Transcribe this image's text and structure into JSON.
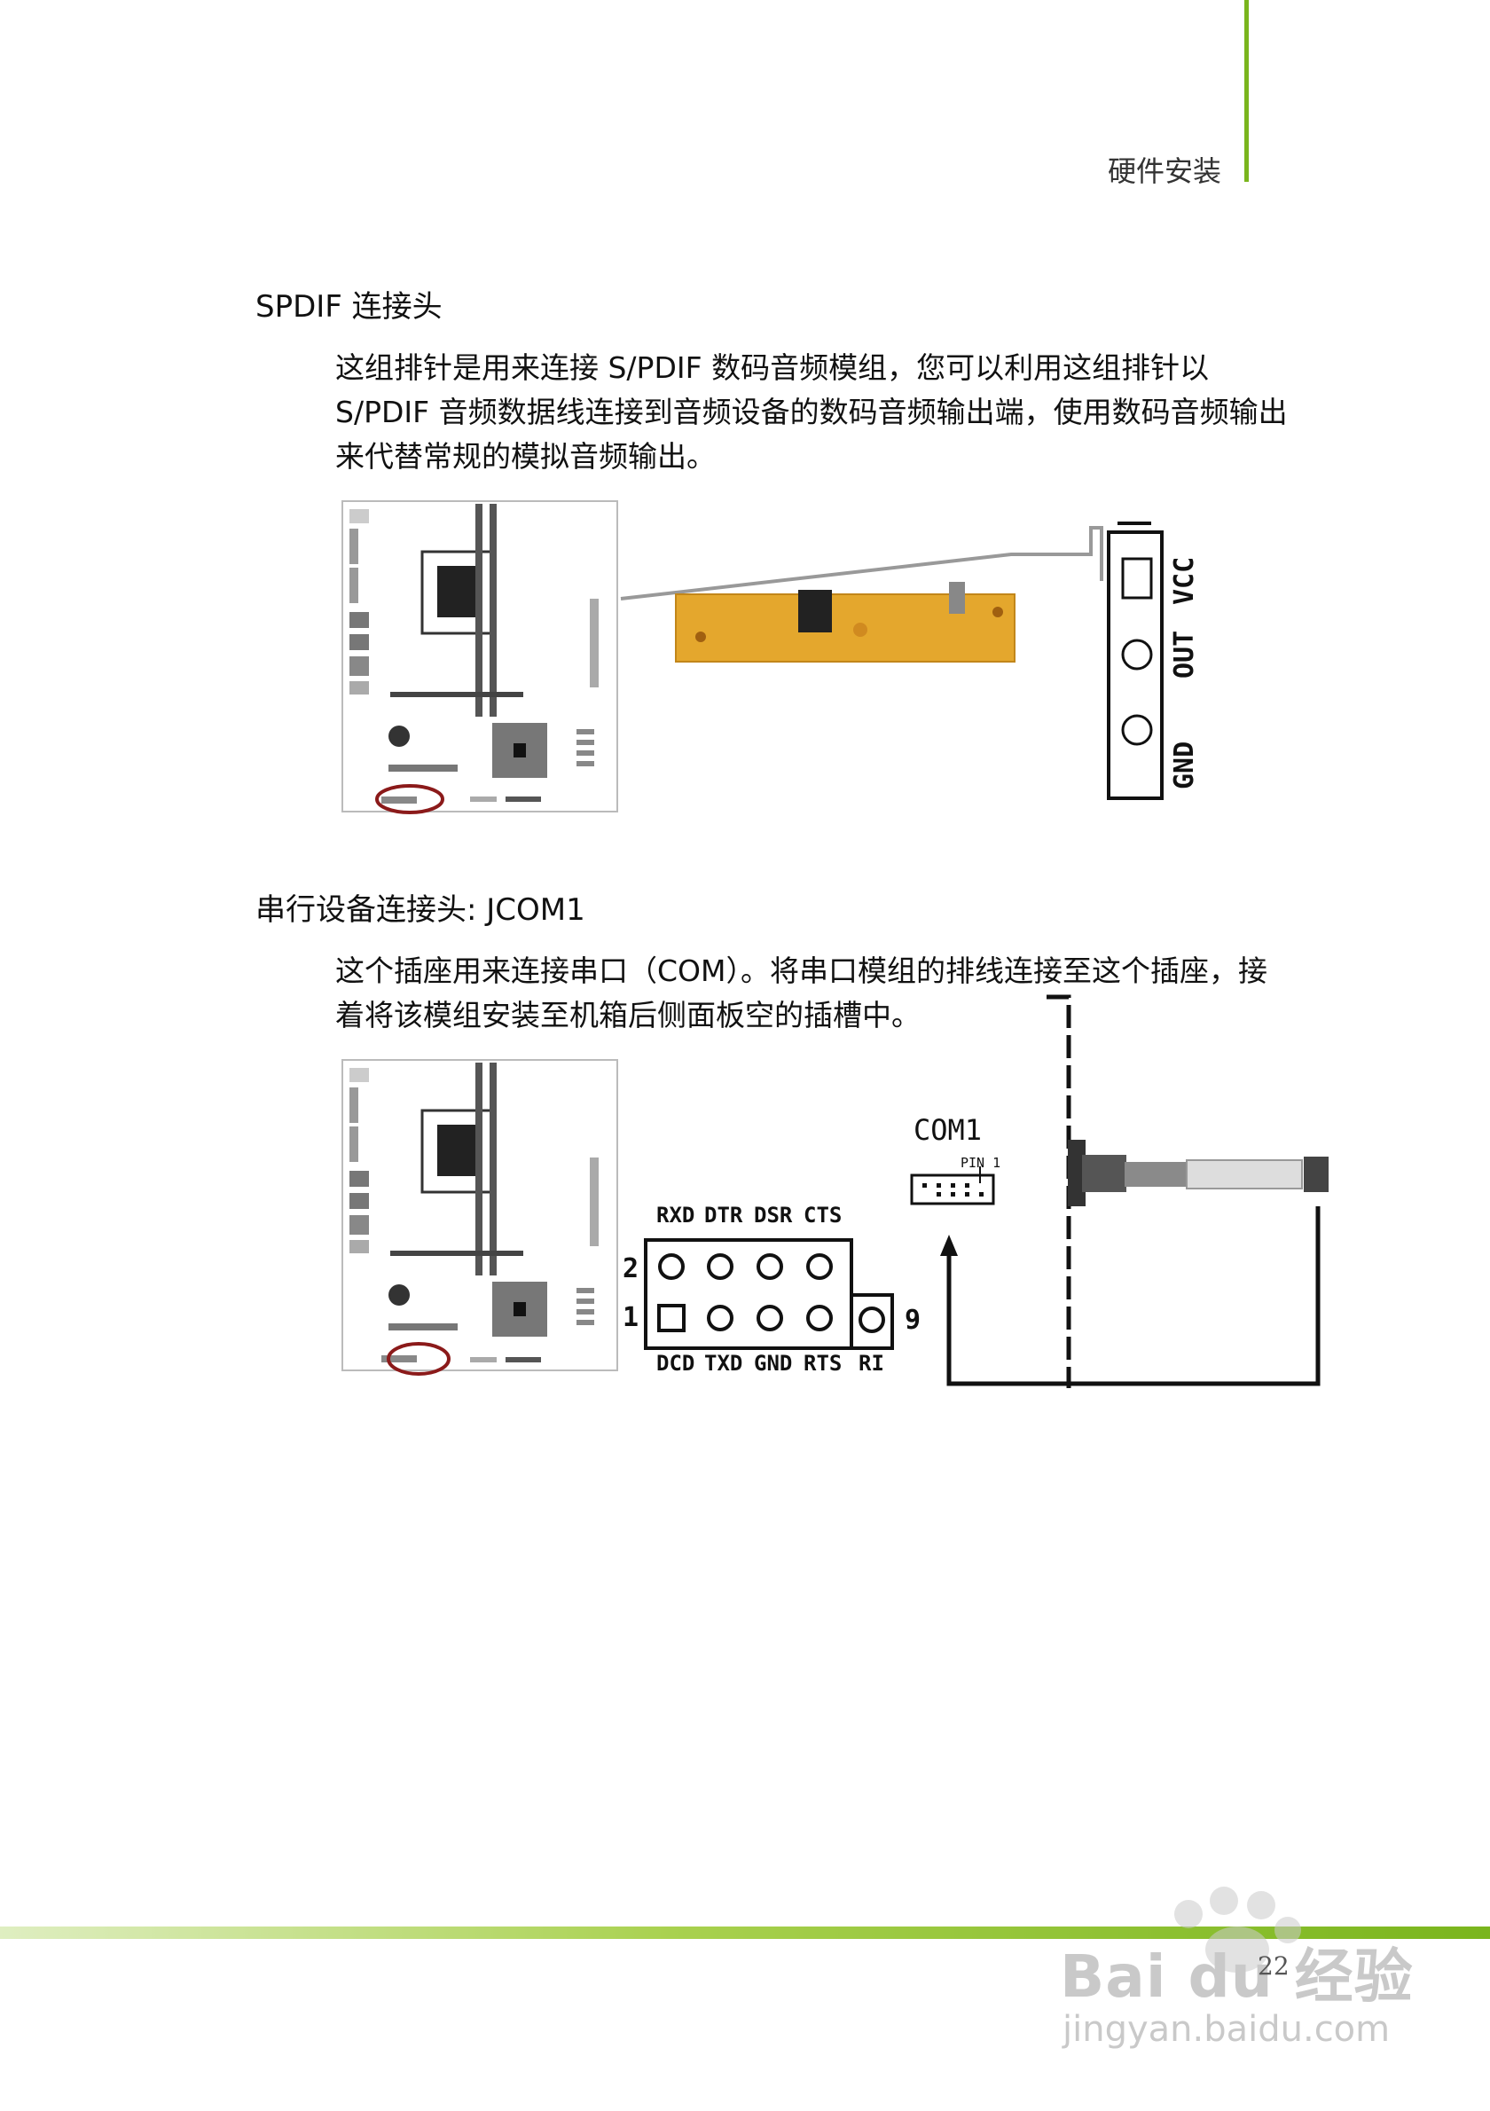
{
  "header": {
    "title": "硬件安装"
  },
  "spdif": {
    "heading": "SPDIF 连接头",
    "paragraph_lines": [
      "这组排针是用来连接 S/PDIF 数码音频模组，您可以利用这组排针以",
      "S/PDIF 音频数据线连接到音频设备的数码音频输出端，使用数码音频输出",
      "来代替常规的模拟音频输出。"
    ],
    "pin_labels": [
      "GND",
      "OUT",
      "VCC"
    ]
  },
  "jcom": {
    "heading": "串行设备连接头: JCOM1",
    "paragraph_lines": [
      "这个插座用来连接串口（COM）。将串口模组的排线连接至这个插座，接",
      "着将该模组安装至机箱后侧面板空的插槽中。"
    ],
    "top_labels": [
      "RXD",
      "DTR",
      "DSR",
      "CTS"
    ],
    "bottom_labels": [
      "DCD",
      "TXD",
      "GND",
      "RTS",
      "RI"
    ],
    "row_numbers": [
      "2",
      "1"
    ],
    "end_number": "9",
    "connector_title": "COM1",
    "pin_one_label": "PIN 1"
  },
  "footer": {
    "page_number": "22",
    "watermark": {
      "brand": "Bai du 经验",
      "url": "jingyan.baidu.com"
    }
  },
  "colors": {
    "accent_green": "#7ab51d",
    "highlight_red": "#8b1a1a",
    "pcb_yellow": "#e4a72d"
  }
}
